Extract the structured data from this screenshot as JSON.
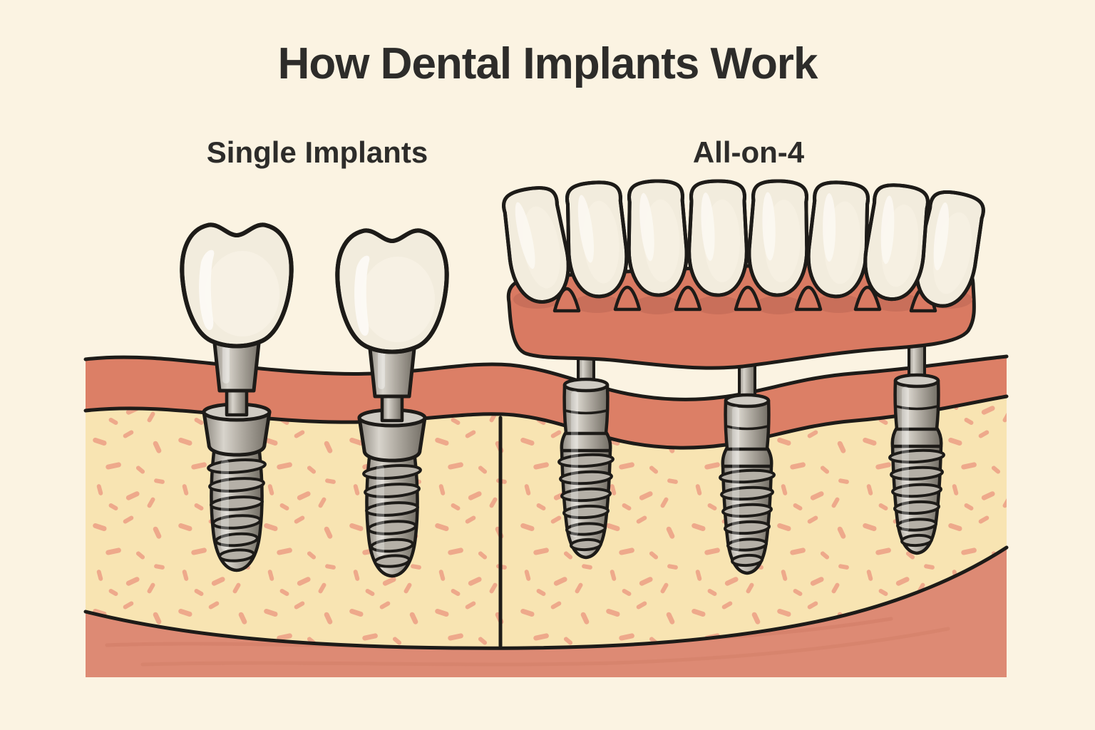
{
  "title": "How Dental Implants Work",
  "sections": {
    "single": {
      "label": "Single Implants",
      "implant_count": 2
    },
    "all_on_4": {
      "label": "All-on-4",
      "visible_implant_count": 3,
      "bridge_teeth_count": 8
    }
  },
  "colors": {
    "background": "#fbf3e2",
    "text": "#2d2c2a",
    "outline": "#1d1b18",
    "gum": "#dc7f66",
    "bone": "#f8e4b2",
    "bone_speckle": "#eea387",
    "lower_tissue": "#dd8a74",
    "lower_tissue_streak": "#cf7a63",
    "bridge_gum": "#d97a62",
    "bridge_gum_shadow": "#c96f5a",
    "tooth": "#f2ecdd",
    "tooth_highlight": "#fbf8f0",
    "implant_metal": "#aaa69d"
  }
}
